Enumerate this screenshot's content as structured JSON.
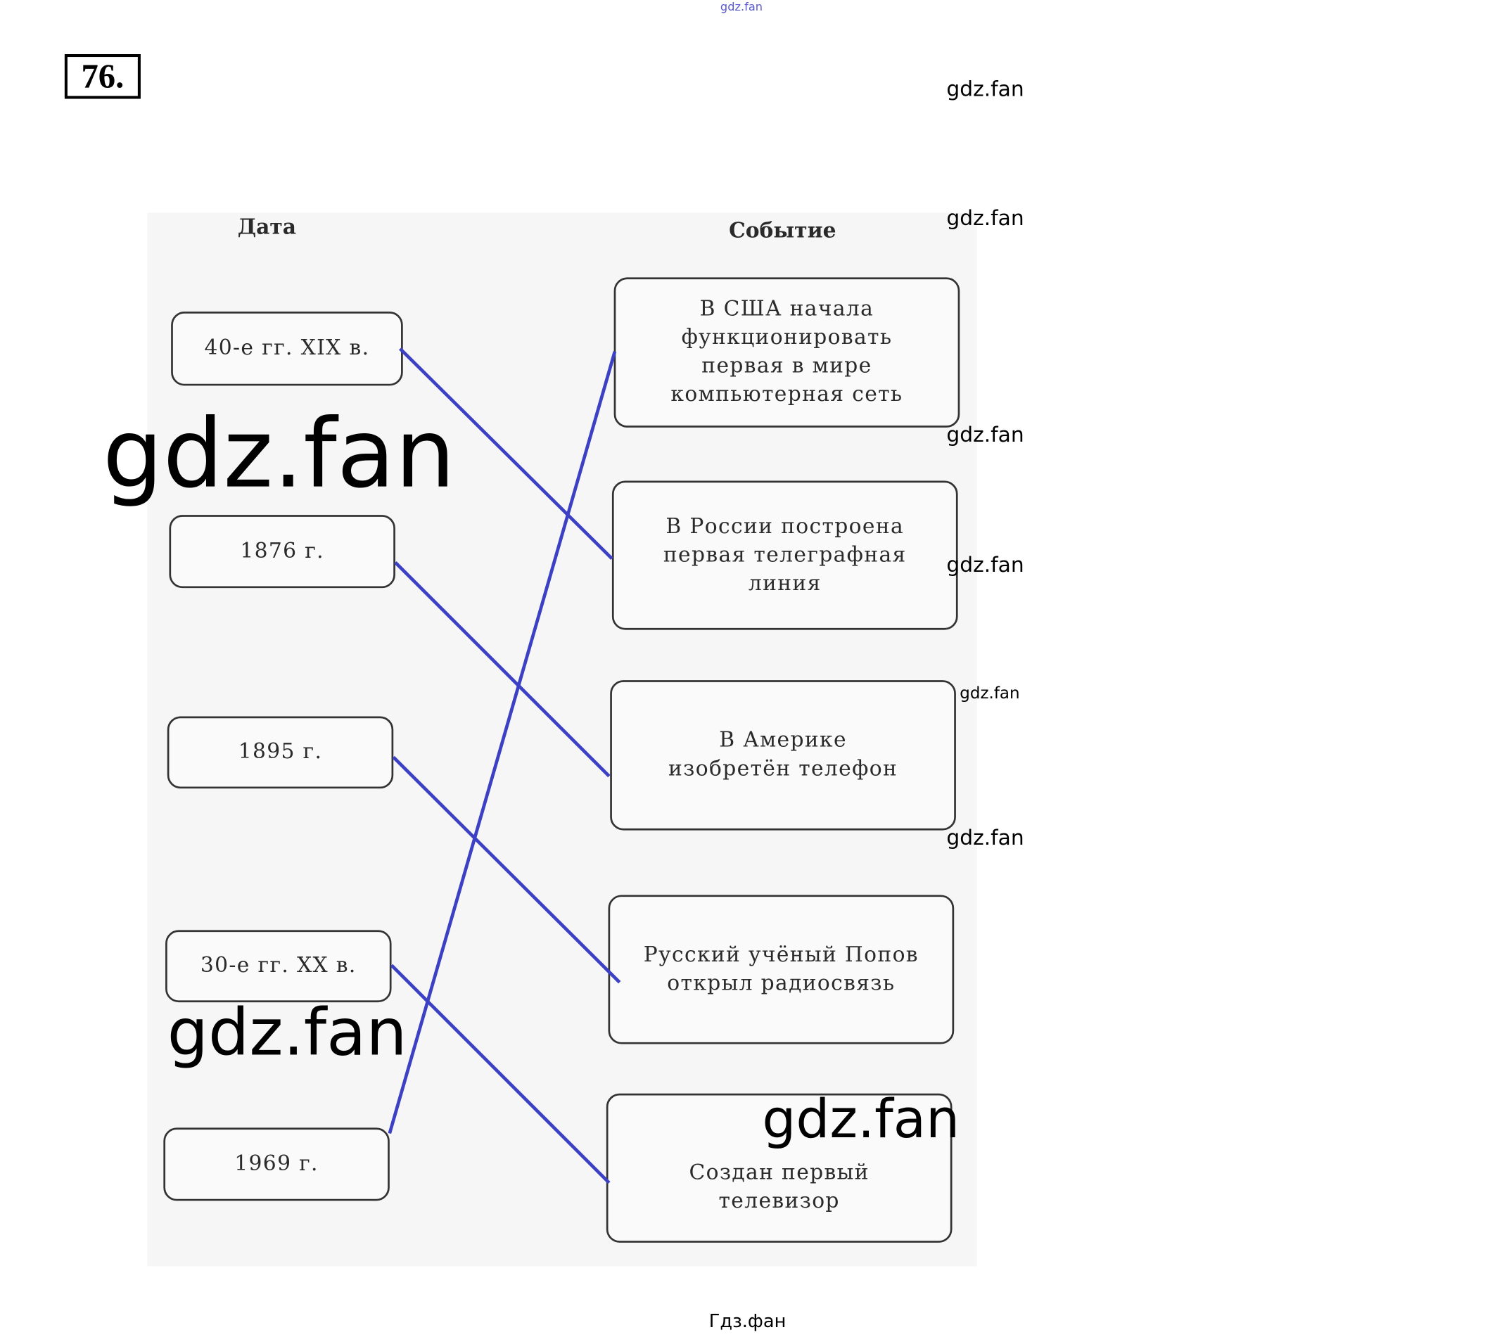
{
  "exercise_number": "76.",
  "headers": {
    "date": "Дата",
    "event": "Событие"
  },
  "dates": [
    "40-е гг. XIX в.",
    "1876 г.",
    "1895 г.",
    "30-е гг. XX в.",
    "1969 г."
  ],
  "events": [
    "В США начала функционировать первая в мире компьютерная сеть",
    "В России построена первая телеграфная линия",
    "В Америке изобретён телефон",
    "Русский учёный Попов открыл радиосвязь",
    "Создан первый телевизор"
  ],
  "connections": [
    [
      0,
      1
    ],
    [
      1,
      2
    ],
    [
      2,
      3
    ],
    [
      3,
      4
    ],
    [
      4,
      0
    ]
  ],
  "line_color": "#3b40c4",
  "watermarks": {
    "top_small": "gdz.fan",
    "side": [
      "gdz.fan",
      "gdz.fan",
      "gdz.fan",
      "gdz.fan",
      "gdz.fan",
      "gdz.fan"
    ],
    "big": [
      "gdz.fan",
      "gdz.fan",
      "gdz.fan"
    ],
    "footer": "Гдз.фан"
  }
}
